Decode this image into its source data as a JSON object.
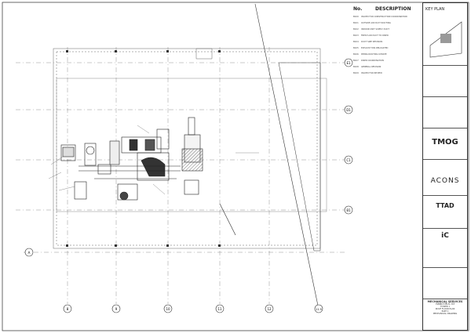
{
  "notes": {
    "header_no": "No.",
    "header_desc": "DESCRIPTION",
    "items": [
      {
        "code": "B100",
        "text": "ISSUED FOR CONSTRUCTION COORDINATION"
      },
      {
        "code": "B101",
        "text": "OUTSIDE AIR DUCT ROUTING"
      },
      {
        "code": "B102",
        "text": "INDOOR UNIT SUPPLY DUCT"
      },
      {
        "code": "B103",
        "text": "FRESH AIR DUCT TO RISER"
      },
      {
        "code": "B104",
        "text": "DUCT SIZE REVISION"
      },
      {
        "code": "B105",
        "text": "EXHAUST FAN RELOCATED"
      },
      {
        "code": "B106",
        "text": "PIPING ROUTING UPDATE"
      },
      {
        "code": "B107",
        "text": "RISER COORDINATION"
      },
      {
        "code": "B108",
        "text": "GENERAL REVISION"
      },
      {
        "code": "B109",
        "text": "ISSUED FOR REVIEW"
      }
    ]
  },
  "grid": {
    "rows": [
      "E1",
      "D1",
      "C1",
      "B1",
      "A"
    ],
    "cols": [
      "8",
      "9",
      "10",
      "11",
      "12",
      "11.5"
    ]
  },
  "title_block": {
    "key_plan": "KEY PLAN",
    "client_logo": "TMOG",
    "architect_logo": "ACONS",
    "consultant_logo": "TTAD",
    "contractor_logo": "iC",
    "drawing_title_1": "MECHANICAL SERVICES",
    "drawing_title_2": "HANOI MUC 03",
    "tower": "TOWER 1",
    "sheet_name": "ROOF FLOOR PLAN",
    "sheet_sub": "PART 1",
    "sheet_type": "MECHANICAL DRAWING"
  },
  "colors": {
    "line": "#333333",
    "grid": "#555555",
    "dash": "#777777"
  }
}
